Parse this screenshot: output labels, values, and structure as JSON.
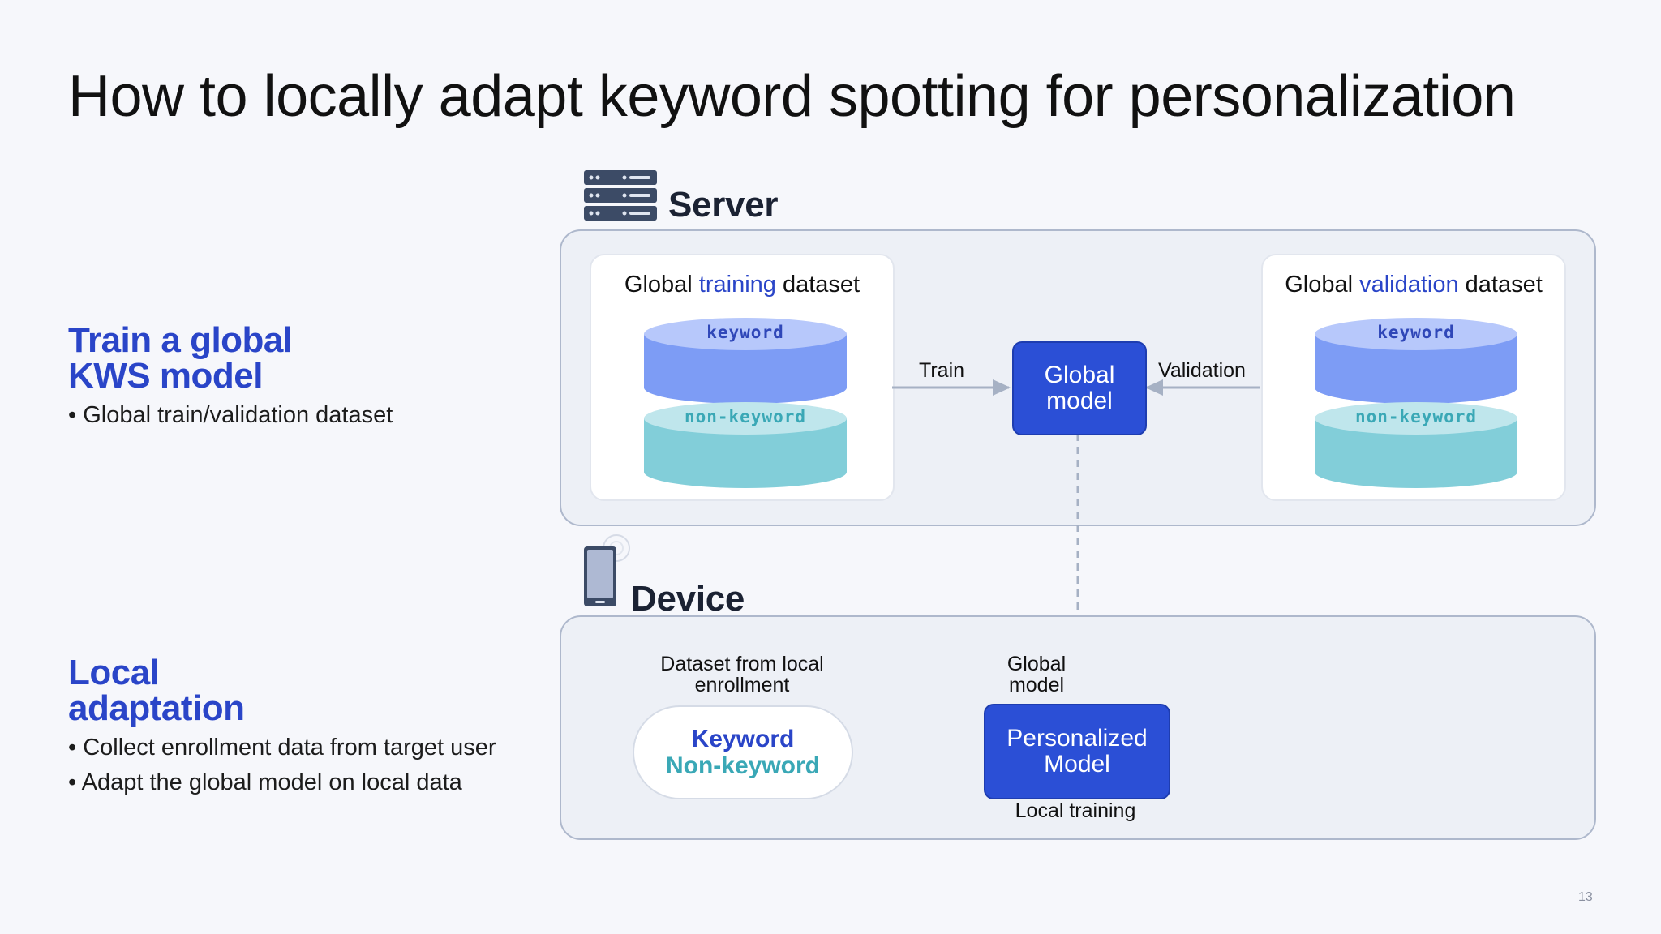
{
  "title": "How to locally adapt keyword spotting for personalization",
  "left": {
    "section1": {
      "heading_line1": "Train a global",
      "heading_line2": "KWS model",
      "bullets": [
        "Global train/validation dataset"
      ]
    },
    "section2": {
      "heading_line1": "Local",
      "heading_line2": "adaptation",
      "bullets": [
        "Collect enrollment data from target user",
        "Adapt the global model on local data"
      ]
    }
  },
  "server": {
    "label": "Server",
    "training_card": {
      "pre": "Global ",
      "hl": "training",
      "post": " dataset"
    },
    "validation_card": {
      "pre": "Global ",
      "hl": "validation",
      "post": " dataset"
    },
    "cylinder_top": "keyword",
    "cylinder_bottom": "non-keyword",
    "train_label": "Train",
    "validation_label": "Validation",
    "global_model_line1": "Global",
    "global_model_line2": "model"
  },
  "device": {
    "label": "Device",
    "dataset_label_line1": "Dataset from local",
    "dataset_label_line2": "enrollment",
    "pill_keyword": "Keyword",
    "pill_nonkeyword": "Non-keyword",
    "global_model_label_line1": "Global",
    "global_model_label_line2": "model",
    "personalized_line1": "Personalized",
    "personalized_line2": "Model",
    "local_training": "Local training"
  },
  "page_number": "13",
  "colors": {
    "accent_blue": "#2a45c8",
    "model_blue": "#2b4fd6",
    "keyword_cyl": "#7d9cf5",
    "nonkeyword_cyl": "#82ced9",
    "teal_text": "#3aa8b6"
  }
}
